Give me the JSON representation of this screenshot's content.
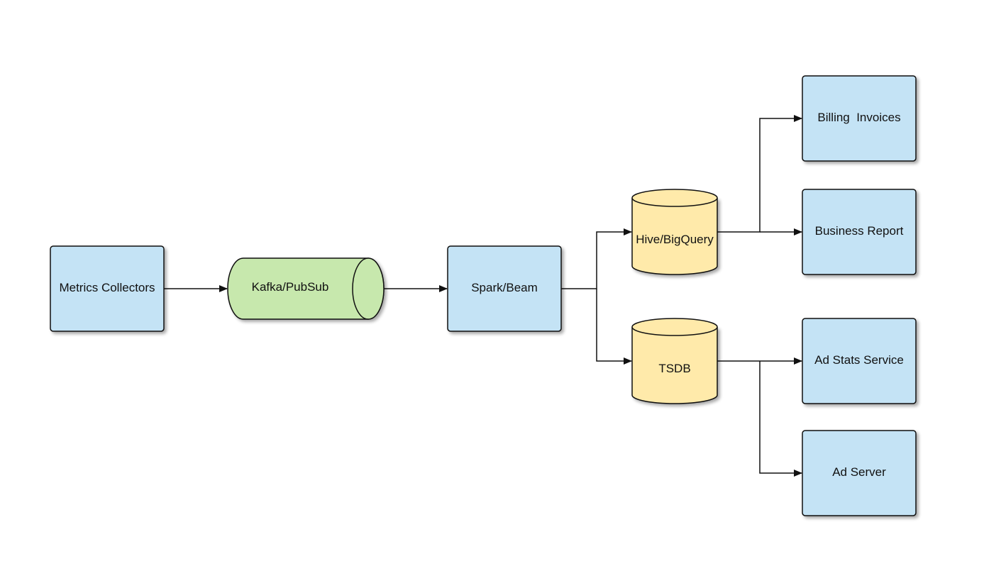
{
  "diagram": {
    "nodes": {
      "metrics_collectors": "Metrics Collectors",
      "kafka_pubsub": "Kafka/PubSub",
      "spark_beam": "Spark/Beam",
      "hive_bigquery": "Hive/BigQuery",
      "tsdb": "TSDB",
      "billing_invoices": "Billing  Invoices",
      "business_report": "Business Report",
      "ad_stats_service": "Ad Stats Service",
      "ad_server": "Ad Server"
    },
    "colors": {
      "process_fill": "#c4e3f5",
      "queue_fill": "#c7e8ad",
      "store_fill": "#ffeaaa",
      "stroke": "#111111",
      "connector": "#111111"
    }
  }
}
